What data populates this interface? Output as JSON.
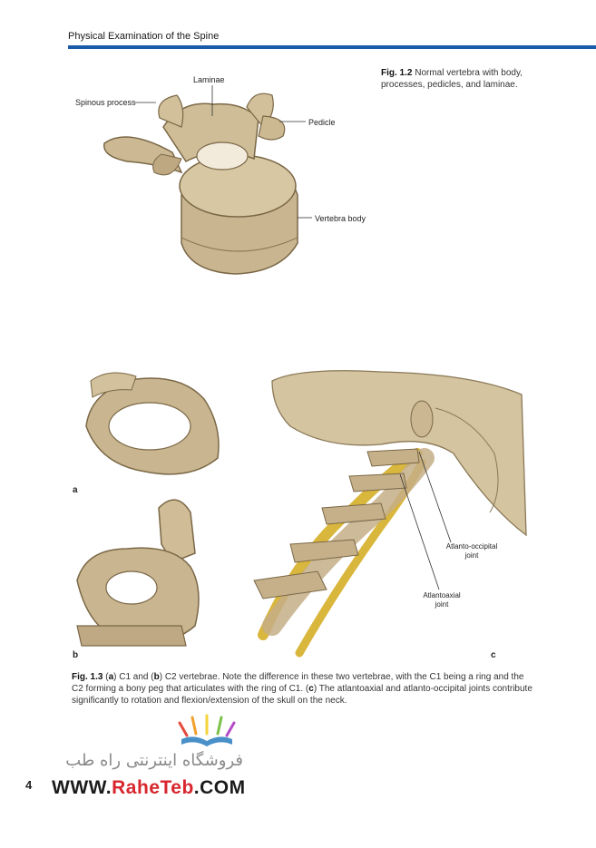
{
  "header": {
    "running_title": "Physical Examination of the Spine",
    "accent_color": "#1a5aa8"
  },
  "fig12": {
    "label": "Fig. 1.2",
    "caption": "Normal vertebra with body, processes, pedicles, and laminae.",
    "callouts": {
      "laminae": "Laminae",
      "spinous": "Spinous process",
      "pedicle": "Pedicle",
      "body": "Vertebra body"
    }
  },
  "fig13": {
    "panel_a": "a",
    "panel_b": "b",
    "panel_c": "c",
    "callouts": {
      "atlanto_occipital": "Atlanto-occipital joint",
      "atlantoaxial": "Atlantoaxial joint"
    },
    "caption": {
      "label": "Fig. 1.3",
      "p1": "(",
      "a": "a",
      "p2": ") C1 and (",
      "b": "b",
      "p3": ") C2 vertebrae. Note the difference in these two vertebrae, with the C1 being a ring and the C2 forming a bony peg that articulates with the ring of C1. (",
      "c": "c",
      "p4": ") The atlantoaxial and atlanto-occipital joints contribute significantly to rotation and flexion/extension of the skull on the neck."
    }
  },
  "page_number": "4",
  "watermark": {
    "persian": "فروشگاه اینترنتی راه طب",
    "url_prefix": "WWW.",
    "url_brand": "RaheTeb",
    "url_suffix": ".COM"
  }
}
